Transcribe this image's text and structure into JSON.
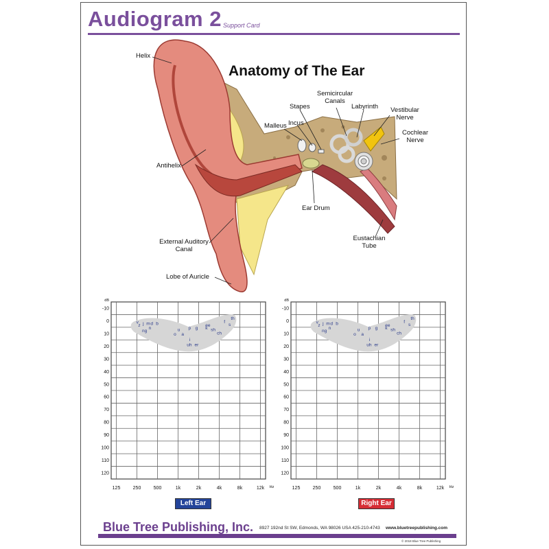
{
  "header": {
    "title": "Audiogram 2",
    "subtitle": "Support Card"
  },
  "anatomy": {
    "title": "Anatomy of The Ear",
    "labels": {
      "helix": "Helix",
      "antihelix": "Antihelix",
      "canal_1": "External Auditory",
      "canal_2": "Canal",
      "lobe": "Lobe of Auricle",
      "stapes": "Stapes",
      "semicircular_1": "Semicircular",
      "semicircular_2": "Canals",
      "labyrinth": "Labyrinth",
      "vestibular_1": "Vestibular",
      "vestibular_2": "Nerve",
      "malleus": "Malleus",
      "incus": "Incus",
      "cochlear_1": "Cochlear",
      "cochlear_2": "Nerve",
      "eardrum": "Ear Drum",
      "eustachian_1": "Eustachian",
      "eustachian_2": "Tube"
    }
  },
  "chart_data": [
    {
      "type": "table",
      "name": "Left Ear",
      "y_unit": "dB",
      "x_unit": "Hz",
      "y_ticks": [
        "-10",
        "0",
        "10",
        "20",
        "30",
        "40",
        "50",
        "60",
        "70",
        "80",
        "90",
        "100",
        "110",
        "120"
      ],
      "x_ticks": [
        "125",
        "250",
        "500",
        "1k",
        "2k",
        "4k",
        "8k",
        "12k"
      ],
      "speech_sounds": [
        "v",
        "z",
        "j",
        "m",
        "d",
        "b",
        "n",
        "ng",
        "u",
        "o",
        "a",
        "p",
        "g",
        "i",
        "ee",
        "k",
        "sh",
        "ch",
        "f",
        "s",
        "th",
        "uh",
        "er"
      ]
    },
    {
      "type": "table",
      "name": "Right Ear",
      "y_unit": "dB",
      "x_unit": "Hz",
      "y_ticks": [
        "-10",
        "0",
        "10",
        "20",
        "30",
        "40",
        "50",
        "60",
        "70",
        "80",
        "90",
        "100",
        "110",
        "120"
      ],
      "x_ticks": [
        "125",
        "250",
        "500",
        "1k",
        "2k",
        "4k",
        "8k",
        "12k"
      ],
      "speech_sounds": [
        "v",
        "z",
        "j",
        "m",
        "d",
        "b",
        "n",
        "ng",
        "u",
        "o",
        "a",
        "p",
        "g",
        "i",
        "ee",
        "k",
        "sh",
        "ch",
        "f",
        "s",
        "th",
        "uh",
        "er"
      ]
    }
  ],
  "buttons": {
    "left_ear": "Left Ear",
    "right_ear": "Right Ear"
  },
  "colors": {
    "brand_purple": "#7a4f9c",
    "left_ear": "#24449a",
    "right_ear": "#d62d35",
    "banana": "#d6d6d6"
  },
  "footer": {
    "company": "Blue Tree Publishing, Inc.",
    "address": "8927 192nd St SW, Edmonds, WA 98026 USA 425-210-4743",
    "website": "www.bluetreepublishing.com",
    "copyright": "© 2018 Blue Tree Publishing"
  }
}
